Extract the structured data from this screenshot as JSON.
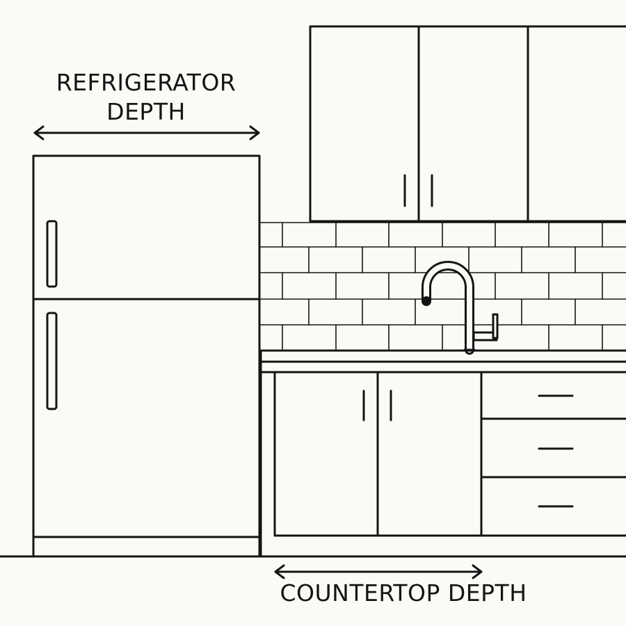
{
  "labels": {
    "refrigerator_line1": "REFRIGERATOR",
    "refrigerator_line2": "DEPTH",
    "countertop": "COUNTERTOP DEPTH"
  },
  "colors": {
    "background": "#fbfaf6",
    "stroke": "#141414"
  }
}
